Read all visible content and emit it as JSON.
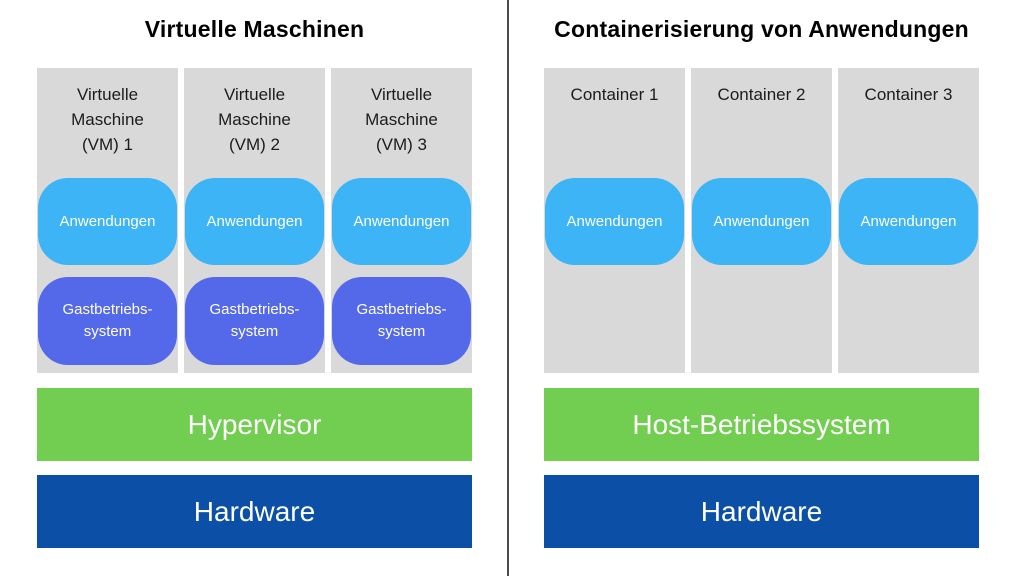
{
  "colors": {
    "column_background": "#d9d9d9",
    "applications_box": "#3cb4f6",
    "guest_os_box": "#5468ea",
    "os_bar_green": "#72ce51",
    "hardware_bar_blue": "#0b50a6",
    "divider_line": "#4d4d4d",
    "title_text": "#000000",
    "box_text": "#ffffff"
  },
  "left": {
    "title": "Virtuelle Maschinen",
    "columns": [
      {
        "header": "Virtuelle\nMaschine\n(VM) 1",
        "app": "Anwendungen",
        "guest": "Gastbetriebs-\nsystem"
      },
      {
        "header": "Virtuelle\nMaschine\n(VM) 2",
        "app": "Anwendungen",
        "guest": "Gastbetriebs-\nsystem"
      },
      {
        "header": "Virtuelle\nMaschine\n(VM) 3",
        "app": "Anwendungen",
        "guest": "Gastbetriebs-\nsystem"
      }
    ],
    "hypervisor": "Hypervisor",
    "hardware": "Hardware"
  },
  "right": {
    "title": "Containerisierung von Anwendungen",
    "columns": [
      {
        "header": "Container 1",
        "app": "Anwendungen"
      },
      {
        "header": "Container 2",
        "app": "Anwendungen"
      },
      {
        "header": "Container 3",
        "app": "Anwendungen"
      }
    ],
    "host_os": "Host-Betriebssystem",
    "hardware": "Hardware"
  }
}
